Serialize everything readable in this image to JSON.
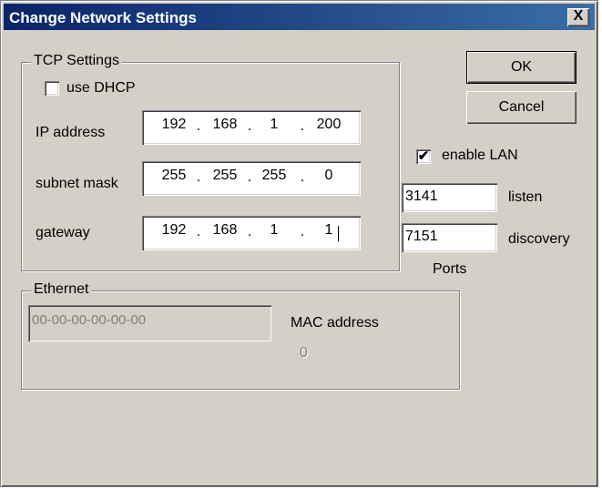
{
  "window": {
    "title": "Change Network Settings",
    "close_glyph": "X"
  },
  "tcp": {
    "group_label": "TCP Settings",
    "dhcp_label": "use DHCP",
    "dhcp_checked": false,
    "ip_label": "IP address",
    "ip": [
      "192",
      "168",
      "1",
      "200"
    ],
    "subnet_label": "subnet mask",
    "subnet": [
      "255",
      "255",
      "255",
      "0"
    ],
    "gateway_label": "gateway",
    "gateway": [
      "192",
      "168",
      "1",
      "1"
    ],
    "dot": "."
  },
  "buttons": {
    "ok": "OK",
    "cancel": "Cancel"
  },
  "lan": {
    "enable_label": "enable LAN",
    "enable_checked": true,
    "check_glyph": "✔",
    "listen_value": "3141",
    "listen_label": "listen",
    "discovery_value": "7151",
    "discovery_label": "discovery",
    "ports_label": "Ports"
  },
  "ethernet": {
    "group_label": "Ethernet",
    "mac_value": "00-00-00-00-00-00",
    "mac_label": "MAC address",
    "count": "0"
  },
  "colors": {
    "titlebar_start": "#0a246a",
    "titlebar_end": "#3a6ea5",
    "face": "#d4d0c8"
  }
}
